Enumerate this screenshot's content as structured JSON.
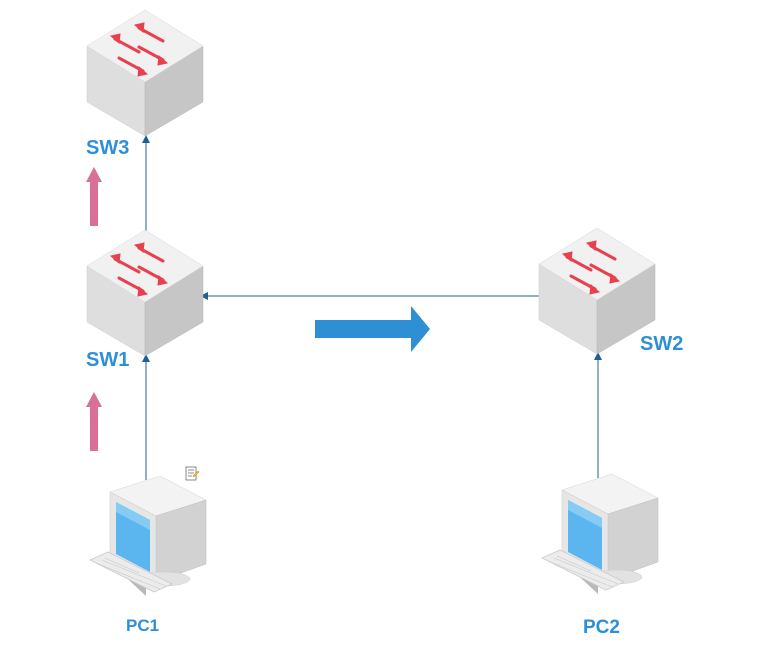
{
  "colors": {
    "label": "#2f8fd6",
    "link": "#1f5f95",
    "switch_arrow": "#e8404f",
    "up_arrow": "#d97097",
    "flow_arrow": "#2e8fd4",
    "switch_top": "#f0f0f0",
    "switch_left": "#dedede",
    "switch_right": "#c4c4c4",
    "monitor_screen": "#5bb5ef"
  },
  "nodes": {
    "sw3": {
      "label": "SW3",
      "icon": "switch-icon"
    },
    "sw1": {
      "label": "SW1",
      "icon": "switch-icon"
    },
    "sw2": {
      "label": "SW2",
      "icon": "switch-icon"
    },
    "pc1": {
      "label": "PC1",
      "icon": "computer-icon"
    },
    "pc2": {
      "label": "PC2",
      "icon": "computer-icon"
    }
  },
  "links": [
    {
      "from": "PC1",
      "to": "SW1"
    },
    {
      "from": "SW1",
      "to": "SW3"
    },
    {
      "from": "SW2",
      "to": "SW1"
    },
    {
      "from": "PC2",
      "to": "SW2"
    }
  ],
  "annotations": {
    "up_arrow_count": 2,
    "flow_arrow_direction": "right",
    "note_icon": "note-icon"
  }
}
